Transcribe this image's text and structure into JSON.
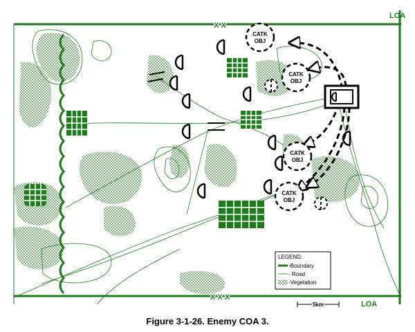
{
  "figure": {
    "caption": "Figure 3-1-26.  Enemy COA 3."
  },
  "map": {
    "loa_top": "LOA",
    "loa_bottom": "LOA",
    "corps_boundary_top": "X X",
    "corps_boundary_bottom": "X X X",
    "scale_label": "5km",
    "objectives": [
      {
        "line1": "CATK",
        "line2": "OBJ"
      },
      {
        "line1": "CATK",
        "line2": "OBJ"
      },
      {
        "line1": "CATK",
        "line2": "OBJ"
      },
      {
        "line1": "CATK",
        "line2": "OBJ"
      }
    ]
  },
  "legend": {
    "title": "LEGEND:",
    "items": [
      {
        "symbol": "boundary",
        "label": "-Boundary"
      },
      {
        "symbol": "road",
        "label": "- Road"
      },
      {
        "symbol": "vegetation",
        "label": "-Vegetation"
      }
    ]
  },
  "colors": {
    "terrain": "#1f7a1f",
    "symbols": "#000000",
    "background": "#ffffff"
  }
}
